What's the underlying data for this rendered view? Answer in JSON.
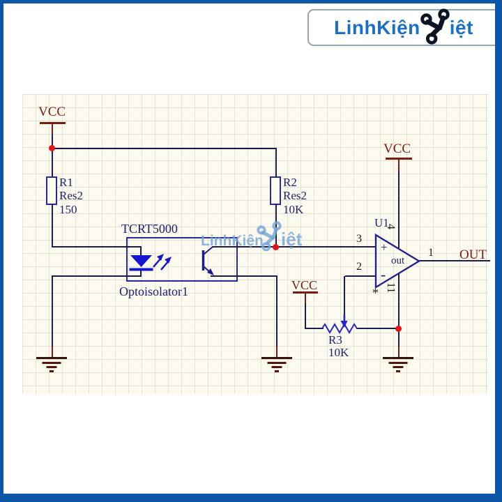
{
  "logo": {
    "text_left": "LinhKiện",
    "text_right": "iệt"
  },
  "watermark": {
    "text_left": "LinhKiện",
    "text_right": "iệt"
  },
  "labels": {
    "vcc": "VCC",
    "out": "OUT"
  },
  "r1": {
    "ref": "R1",
    "type": "Res2",
    "value": "150"
  },
  "r2": {
    "ref": "R2",
    "type": "Res2",
    "value": "10K"
  },
  "r3": {
    "ref": "R3",
    "value": "10K"
  },
  "opto": {
    "part": "TCRT5000",
    "ref": "Optoisolator1"
  },
  "opamp": {
    "ref": "U1",
    "inner_label": "out",
    "plus": "+",
    "minus": "-",
    "star": "*",
    "pin1": "1",
    "pin2": "2",
    "pin3": "3",
    "pin4": "4",
    "pin11": "11"
  },
  "colors": {
    "frame": "#0e56a8",
    "wire": "#1b1b4e",
    "component": "#2a2aa0",
    "power": "#7a1a14",
    "junction": "#e41414",
    "logo_blue": "#1a6fc9",
    "watermark_blue": "#74a6d9"
  }
}
